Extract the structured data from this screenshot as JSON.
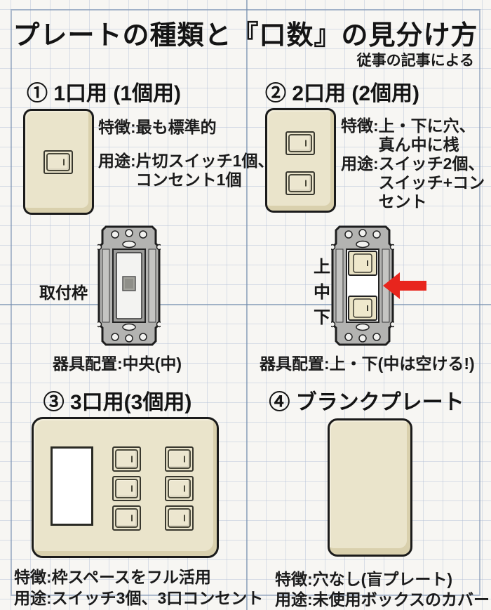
{
  "title": "プレートの種類と『口数』の見分け方",
  "attribution": "従事の記事による",
  "colors": {
    "accent_red": "#e8251d",
    "plate_beige": "#eae4cb",
    "metal_gray": "#b3b3b1",
    "ink": "#161616"
  },
  "mounting_frame_label": "取付枠",
  "sections": {
    "one": {
      "heading": "① 1口用 (1個用)",
      "rows": [
        {
          "label": "特徴:",
          "value": "最も標準的"
        },
        {
          "label": "用途:",
          "value": "片切スイッチ1個、\nコンセント1個"
        }
      ],
      "placement": "器具配置:中央(中)"
    },
    "two": {
      "heading": "② 2口用 (2個用)",
      "rows": [
        {
          "label": "特徴:",
          "value": "上・下に穴、\n真ん中に桟"
        },
        {
          "label": "用途:",
          "value": "スイッチ2個、\nスイッチ+コン\nセント"
        }
      ],
      "placement": "器具配置:上・下(中は空ける!)",
      "frame_labels": [
        "上",
        "中",
        "下"
      ]
    },
    "three": {
      "heading": "③ 3口用(3個用)",
      "rows": [
        {
          "label": "特徴:",
          "value": "枠スペースをフル活用"
        },
        {
          "label": "用途:",
          "value": "スイッチ3個、3口コンセント"
        }
      ]
    },
    "four": {
      "heading": "④ ブランクプレート",
      "rows": [
        {
          "label": "特徴:",
          "value": "穴なし(盲プレート)"
        },
        {
          "label": "用途:",
          "value": "未使用ボックスのカバー"
        }
      ]
    }
  }
}
